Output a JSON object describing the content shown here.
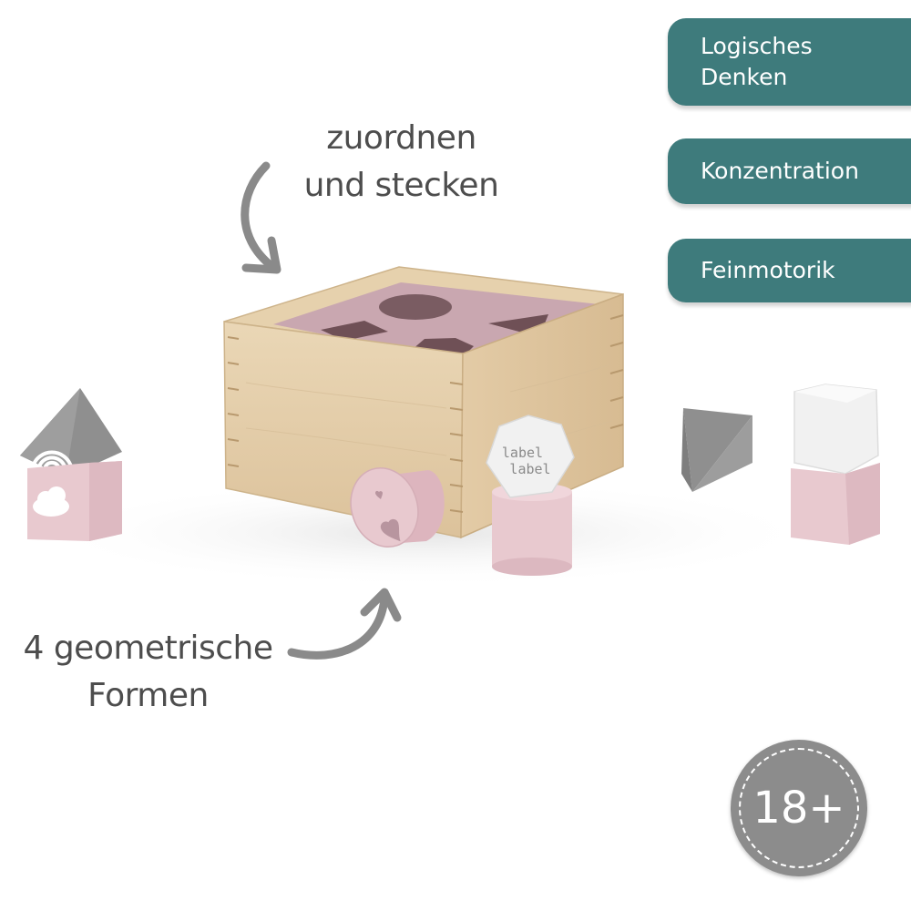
{
  "captions": {
    "top": "zuordnen\nund stecken",
    "bottom": "4 geometrische\nFormen"
  },
  "badges": [
    {
      "label": "Logisches\nDenken"
    },
    {
      "label": "Konzentration"
    },
    {
      "label": "Feinmotorik"
    }
  ],
  "age": "18+",
  "block_label": "label\nlabel",
  "colors": {
    "badge_teal": "#3e7b7c",
    "wood": "#e7d2b2",
    "pink": "#e8c9cf",
    "lid_pink": "#c9a7b0",
    "gray": "#8f8f8f",
    "white_block": "#f1f1f1",
    "age_gray": "#8c8c8c"
  }
}
